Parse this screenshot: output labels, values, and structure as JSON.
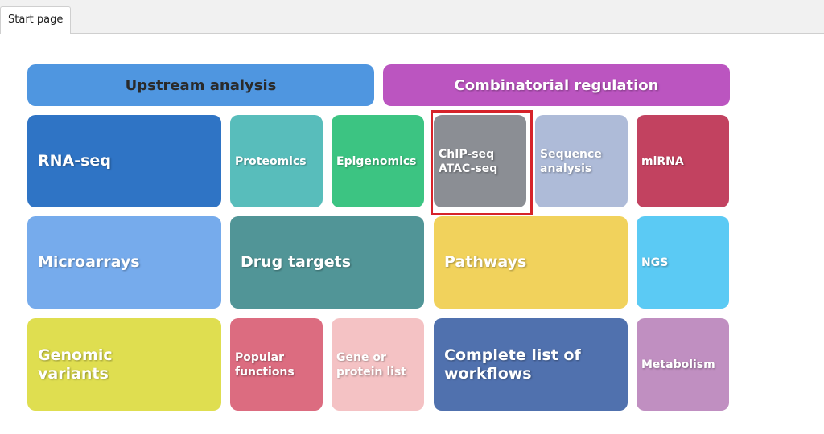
{
  "tabs": [
    {
      "label": "Start page"
    }
  ],
  "headers": {
    "upstream": "Upstream analysis",
    "combinatorial": "Combinatorial regulation"
  },
  "tiles": {
    "rna_seq": "RNA-seq",
    "proteomics": "Proteomics",
    "epigenomics": "Epigenomics",
    "chip_seq": "ChIP-seq\nATAC-seq",
    "sequence_analysis": "Sequence\nanalysis",
    "mirna": "miRNA",
    "microarrays": "Microarrays",
    "drug_targets": "Drug targets",
    "pathways": "Pathways",
    "ngs": "NGS",
    "genomic_variants": "Genomic\nvariants",
    "popular_functions": "Popular\nfunctions",
    "gene_or_protein_list": "Gene or\nprotein list",
    "complete_list": "Complete list of\nworkflows",
    "metabolism": "Metabolism"
  },
  "colors": {
    "upstream": "#4f96e0",
    "combinatorial": "#bb55c0",
    "rna_seq": "#2f74c5",
    "proteomics": "#58bdbb",
    "epigenomics": "#3cc482",
    "chip_seq": "#8b8e94",
    "sequence_analysis": "#aebbd8",
    "mirna": "#c24260",
    "microarrays": "#76abec",
    "drug_targets": "#519597",
    "pathways": "#f1d25c",
    "ngs": "#5bcaf4",
    "genomic_variants": "#dfde50",
    "popular_functions": "#dc6c80",
    "gene_or_protein_list": "#f4c2c4",
    "complete_list": "#5071ae",
    "metabolism": "#c08fc1",
    "highlight": "#d6232a"
  }
}
